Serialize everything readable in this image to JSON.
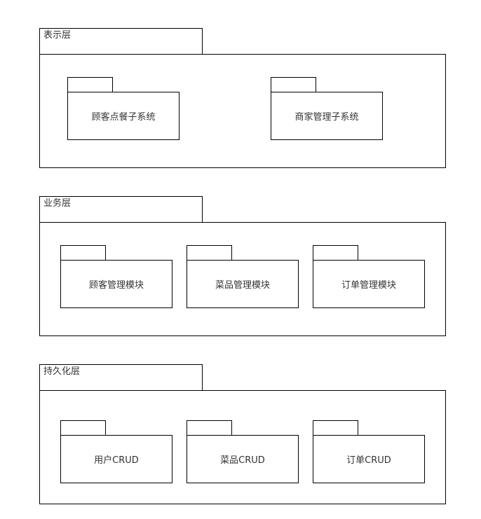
{
  "layers": [
    {
      "title": "表示层",
      "packages": [
        "顾客点餐子系统",
        "商家管理子系统"
      ]
    },
    {
      "title": "业务层",
      "packages": [
        "顾客管理模块",
        "菜品管理模块",
        "订单管理模块"
      ]
    },
    {
      "title": "持久化层",
      "packages": [
        "用户CRUD",
        "菜品CRUD",
        "订单CRUD"
      ]
    }
  ]
}
